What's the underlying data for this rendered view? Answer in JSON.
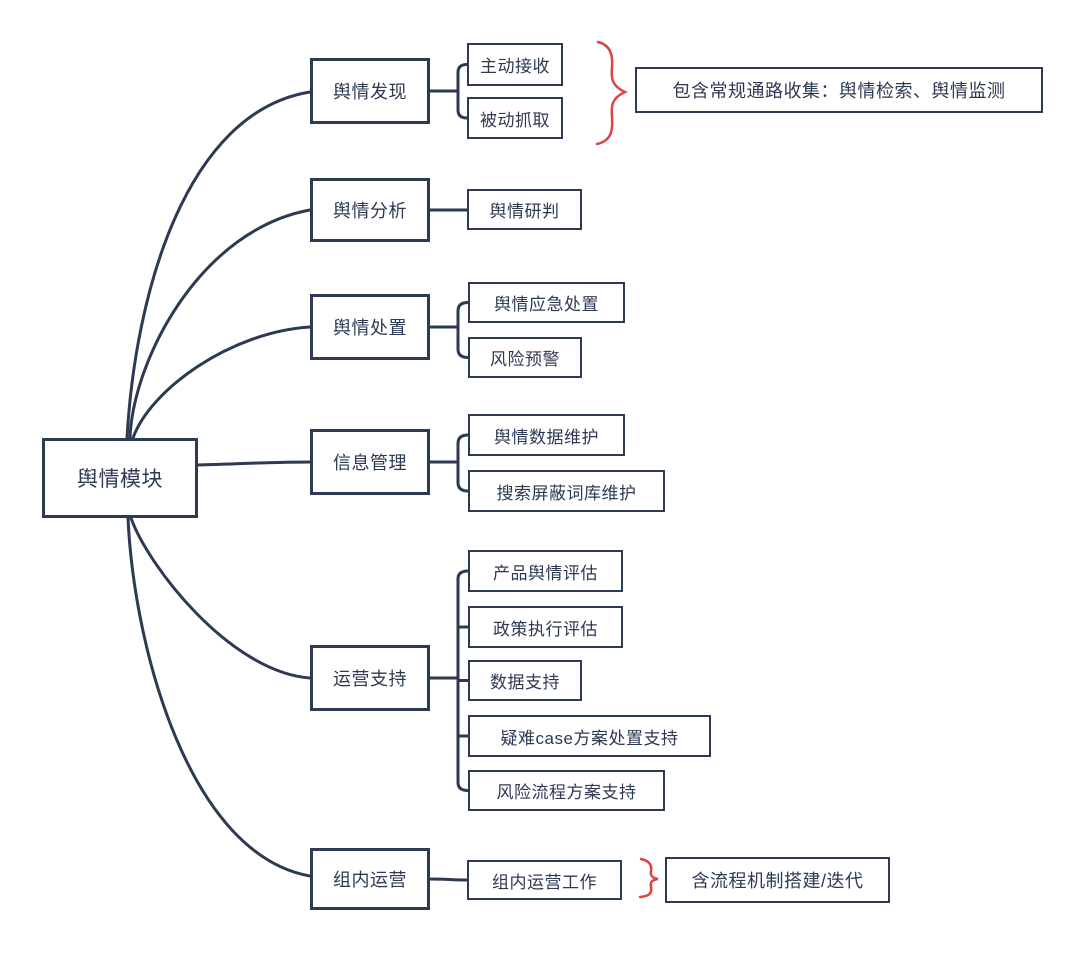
{
  "mindmap": {
    "root": {
      "label": "舆情模块"
    },
    "branches": [
      {
        "label": "舆情发现",
        "children": [
          {
            "label": "主动接收"
          },
          {
            "label": "被动抓取"
          }
        ],
        "annotation": "包含常规通路收集：舆情检索、舆情监测"
      },
      {
        "label": "舆情分析",
        "children": [
          {
            "label": "舆情研判"
          }
        ]
      },
      {
        "label": "舆情处置",
        "children": [
          {
            "label": "舆情应急处置"
          },
          {
            "label": "风险预警"
          }
        ]
      },
      {
        "label": "信息管理",
        "children": [
          {
            "label": "舆情数据维护"
          },
          {
            "label": "搜索屏蔽词库维护"
          }
        ]
      },
      {
        "label": "运营支持",
        "children": [
          {
            "label": "产品舆情评估"
          },
          {
            "label": "政策执行评估"
          },
          {
            "label": "数据支持"
          },
          {
            "label": "疑难case方案处置支持"
          },
          {
            "label": "风险流程方案支持"
          }
        ]
      },
      {
        "label": "组内运营",
        "children": [
          {
            "label": "组内运营工作"
          }
        ],
        "annotation": "含流程机制搭建/迭代"
      }
    ],
    "colors": {
      "line": "#2c3a52",
      "brace": "#dd4343",
      "background": "#ffffff"
    }
  }
}
